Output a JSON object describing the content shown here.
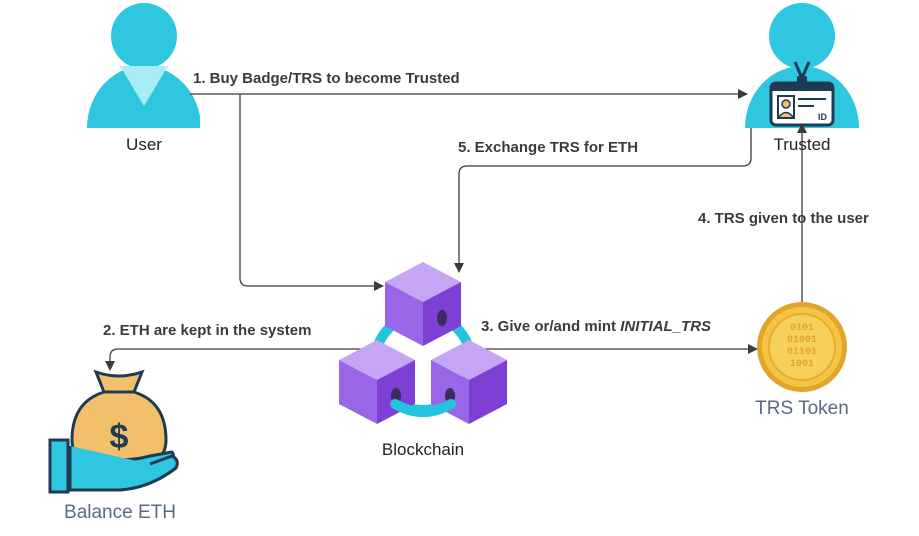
{
  "colors": {
    "person": "#2fc6e0",
    "person_shadow": "#28aec9",
    "arrow": "#3b3b3b",
    "cube_light": "#b08cf0",
    "cube_mid": "#9a66e8",
    "cube_dark": "#7e3fd6",
    "ring": "#23c4de",
    "coin": "#f5c445",
    "coin_dark": "#e2a52a",
    "bag": "#f2c06b",
    "hand": "#2fc6e0"
  },
  "nodes": {
    "user": "User",
    "trusted": "Trusted",
    "blockchain": "Blockchain",
    "token": "TRS Token",
    "balance": "Balance ETH"
  },
  "steps": {
    "s1": "1. Buy Badge/TRS to become Trusted",
    "s2": "2. ETH are kept in the system",
    "s3_prefix": "3. Give or/and mint ",
    "s3_var": "INITIAL_TRS",
    "s4": "4. TRS given to the user",
    "s5": "5. Exchange TRS for ETH"
  },
  "badge_text": "ID",
  "coin_text": [
    "0101",
    "01001",
    "01101",
    "1001"
  ],
  "icons": [
    "user-icon",
    "trusted-icon",
    "blockchain-icon",
    "trs-token-icon",
    "balance-eth-icon"
  ]
}
